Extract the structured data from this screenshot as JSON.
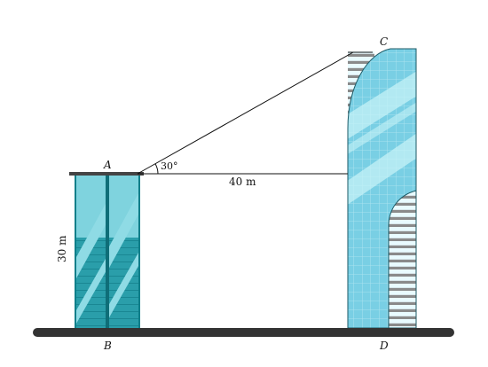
{
  "figure": {
    "points": {
      "A": "A",
      "B": "B",
      "C": "C",
      "D": "D"
    },
    "angle_label": "30°",
    "distance_label": "40 m",
    "height_label": "30 m"
  },
  "colors": {
    "building_light": "#6fcfdf",
    "building_dark": "#0f7f8a",
    "tower_fill": "#79cfe4",
    "tower_grid": "#a9e4f0",
    "tower_stripe": "#c6f1f7",
    "window_grey": "#7c7c7c",
    "ground": "#333333"
  }
}
